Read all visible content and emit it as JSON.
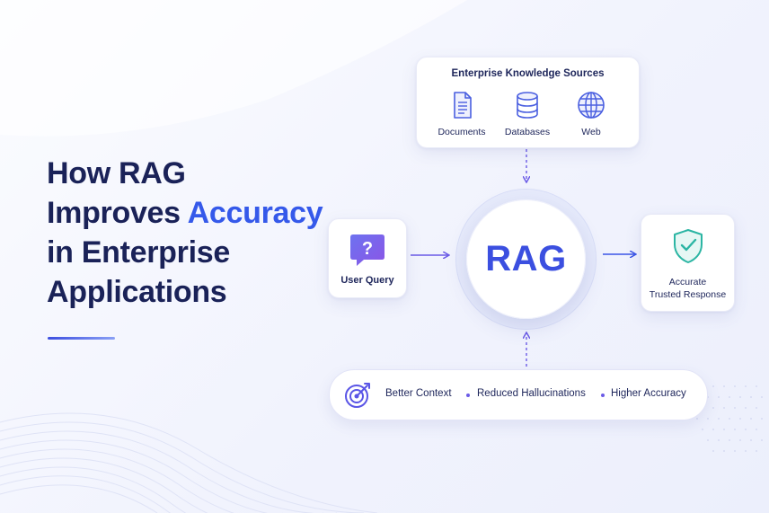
{
  "headline": {
    "line1": "How RAG",
    "line2_pre": "Improves ",
    "line2_accent": "Accuracy",
    "line3": "in Enterprise",
    "line4": "Applications"
  },
  "sources": {
    "title": "Enterprise Knowledge Sources",
    "items": [
      {
        "label": "Documents",
        "icon": "document-icon"
      },
      {
        "label": "Databases",
        "icon": "database-icon"
      },
      {
        "label": "Web",
        "icon": "globe-icon"
      }
    ]
  },
  "query": {
    "label": "User Query",
    "icon": "question-bubble-icon"
  },
  "hub": {
    "label": "RAG"
  },
  "response": {
    "line1": "Accurate",
    "line2": "Trusted Response",
    "icon": "shield-check-icon"
  },
  "benefits": {
    "icon": "target-icon",
    "items": [
      "Better Context",
      "Reduced Hallucinations",
      "Higher Accuracy"
    ]
  },
  "colors": {
    "navy": "#1a2258",
    "accent": "#3559ea",
    "purple": "#6b5be6",
    "teal": "#2bb5a3"
  }
}
